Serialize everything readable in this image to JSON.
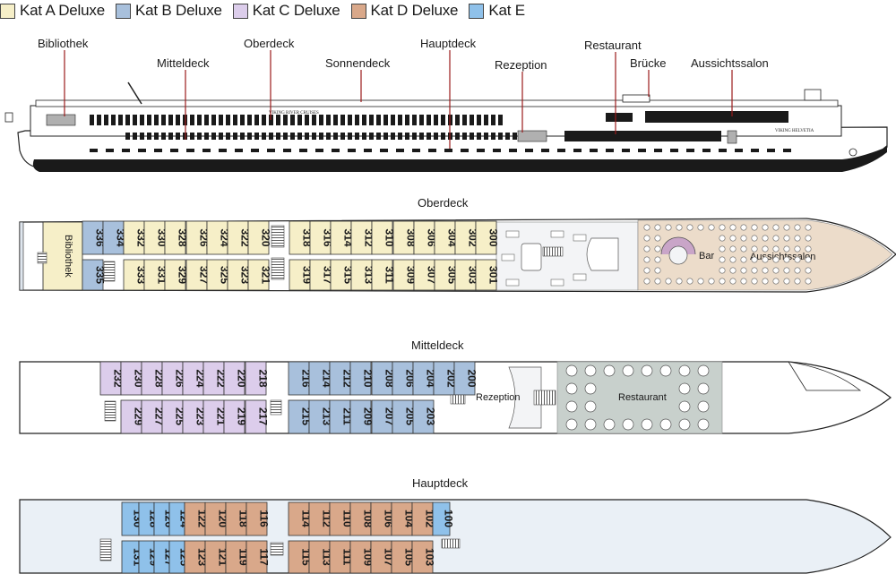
{
  "legend": [
    {
      "label": "Kat A Deluxe",
      "color": "#f6efc8"
    },
    {
      "label": "Kat B Deluxe",
      "color": "#a8c0dc"
    },
    {
      "label": "Kat C Deluxe",
      "color": "#dccdeb"
    },
    {
      "label": "Kat D Deluxe",
      "color": "#d9a88a"
    },
    {
      "label": "Kat E",
      "color": "#8fc1ea"
    }
  ],
  "profile_labels": {
    "bibliothek": "Bibliothek",
    "mitteldeck": "Mitteldeck",
    "oberdeck": "Oberdeck",
    "sonnendeck": "Sonnendeck",
    "hauptdeck": "Hauptdeck",
    "rezeption": "Rezeption",
    "restaurant": "Restaurant",
    "bruecke": "Brücke",
    "aussichtssalon": "Aussichtssalon"
  },
  "ship_names": {
    "side": "VIKING RIVER CRUISES",
    "bow": "VIKING HELVETIA"
  },
  "oberdeck": {
    "title": "Oberdeck",
    "library_label": "Bibliothek",
    "bar_label": "Bar",
    "lounge_label": "Aussichtssalon",
    "top_cabins": [
      {
        "n": "336",
        "cat": "B"
      },
      {
        "n": "334",
        "cat": "B"
      },
      {
        "n": "332",
        "cat": "A"
      },
      {
        "n": "330",
        "cat": "A"
      },
      {
        "n": "328",
        "cat": "A"
      },
      {
        "n": "326",
        "cat": "A"
      },
      {
        "n": "324",
        "cat": "A"
      },
      {
        "n": "322",
        "cat": "A"
      },
      {
        "n": "320",
        "cat": "A"
      },
      {
        "n": "318",
        "cat": "A"
      },
      {
        "n": "316",
        "cat": "A"
      },
      {
        "n": "314",
        "cat": "A"
      },
      {
        "n": "312",
        "cat": "A"
      },
      {
        "n": "310",
        "cat": "A"
      },
      {
        "n": "308",
        "cat": "A"
      },
      {
        "n": "306",
        "cat": "A"
      },
      {
        "n": "304",
        "cat": "A"
      },
      {
        "n": "302",
        "cat": "A"
      },
      {
        "n": "300",
        "cat": "A"
      }
    ],
    "bottom_cabins": [
      {
        "n": "335",
        "cat": "B"
      },
      {
        "n": "333",
        "cat": "A"
      },
      {
        "n": "331",
        "cat": "A"
      },
      {
        "n": "329",
        "cat": "A"
      },
      {
        "n": "327",
        "cat": "A"
      },
      {
        "n": "325",
        "cat": "A"
      },
      {
        "n": "323",
        "cat": "A"
      },
      {
        "n": "321",
        "cat": "A"
      },
      {
        "n": "319",
        "cat": "A"
      },
      {
        "n": "317",
        "cat": "A"
      },
      {
        "n": "315",
        "cat": "A"
      },
      {
        "n": "313",
        "cat": "A"
      },
      {
        "n": "311",
        "cat": "A"
      },
      {
        "n": "309",
        "cat": "A"
      },
      {
        "n": "307",
        "cat": "A"
      },
      {
        "n": "305",
        "cat": "A"
      },
      {
        "n": "303",
        "cat": "A"
      },
      {
        "n": "301",
        "cat": "A"
      }
    ]
  },
  "mitteldeck": {
    "title": "Mitteldeck",
    "reception_label": "Rezeption",
    "restaurant_label": "Restaurant",
    "top_cabins": [
      {
        "n": "232",
        "cat": "C"
      },
      {
        "n": "230",
        "cat": "C"
      },
      {
        "n": "228",
        "cat": "C"
      },
      {
        "n": "226",
        "cat": "C"
      },
      {
        "n": "224",
        "cat": "C"
      },
      {
        "n": "222",
        "cat": "C"
      },
      {
        "n": "220",
        "cat": "C"
      },
      {
        "n": "218",
        "cat": "C"
      },
      {
        "n": "216",
        "cat": "B"
      },
      {
        "n": "214",
        "cat": "B"
      },
      {
        "n": "212",
        "cat": "B"
      },
      {
        "n": "210",
        "cat": "B"
      },
      {
        "n": "208",
        "cat": "B"
      },
      {
        "n": "206",
        "cat": "B"
      },
      {
        "n": "204",
        "cat": "B"
      },
      {
        "n": "202",
        "cat": "B"
      },
      {
        "n": "200",
        "cat": "B"
      }
    ],
    "bottom_cabins": [
      {
        "n": "229",
        "cat": "C"
      },
      {
        "n": "227",
        "cat": "C"
      },
      {
        "n": "225",
        "cat": "C"
      },
      {
        "n": "223",
        "cat": "C"
      },
      {
        "n": "221",
        "cat": "C"
      },
      {
        "n": "219",
        "cat": "C"
      },
      {
        "n": "217",
        "cat": "C"
      },
      {
        "n": "215",
        "cat": "B"
      },
      {
        "n": "213",
        "cat": "B"
      },
      {
        "n": "211",
        "cat": "B"
      },
      {
        "n": "209",
        "cat": "B"
      },
      {
        "n": "207",
        "cat": "B"
      },
      {
        "n": "205",
        "cat": "B"
      },
      {
        "n": "203",
        "cat": "B"
      }
    ]
  },
  "hauptdeck": {
    "title": "Hauptdeck",
    "top_cabins": [
      {
        "n": "130",
        "cat": "E"
      },
      {
        "n": "128",
        "cat": "E"
      },
      {
        "n": "126",
        "cat": "E"
      },
      {
        "n": "124",
        "cat": "E"
      },
      {
        "n": "122",
        "cat": "D"
      },
      {
        "n": "120",
        "cat": "D"
      },
      {
        "n": "118",
        "cat": "D"
      },
      {
        "n": "116",
        "cat": "D"
      },
      {
        "n": "114",
        "cat": "D"
      },
      {
        "n": "112",
        "cat": "D"
      },
      {
        "n": "110",
        "cat": "D"
      },
      {
        "n": "108",
        "cat": "D"
      },
      {
        "n": "106",
        "cat": "D"
      },
      {
        "n": "104",
        "cat": "D"
      },
      {
        "n": "102",
        "cat": "D"
      },
      {
        "n": "100",
        "cat": "E"
      }
    ],
    "bottom_cabins": [
      {
        "n": "131",
        "cat": "E"
      },
      {
        "n": "129",
        "cat": "E"
      },
      {
        "n": "127",
        "cat": "E"
      },
      {
        "n": "125",
        "cat": "E"
      },
      {
        "n": "123",
        "cat": "D"
      },
      {
        "n": "121",
        "cat": "D"
      },
      {
        "n": "119",
        "cat": "D"
      },
      {
        "n": "117",
        "cat": "D"
      },
      {
        "n": "115",
        "cat": "D"
      },
      {
        "n": "113",
        "cat": "D"
      },
      {
        "n": "111",
        "cat": "D"
      },
      {
        "n": "109",
        "cat": "D"
      },
      {
        "n": "107",
        "cat": "D"
      },
      {
        "n": "105",
        "cat": "D"
      },
      {
        "n": "103",
        "cat": "D"
      }
    ]
  }
}
